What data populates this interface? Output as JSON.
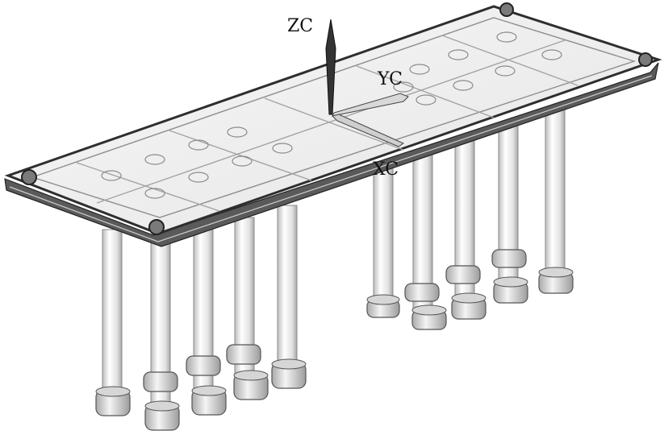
{
  "axes": {
    "z_label": "ZC",
    "y_label": "YC",
    "x_label": "XC"
  },
  "colors": {
    "frame": "#3a3a3a",
    "glass": "#efefef",
    "column": "#e8e8e8",
    "shade": "#9a9a9a",
    "axis": "#222222"
  }
}
